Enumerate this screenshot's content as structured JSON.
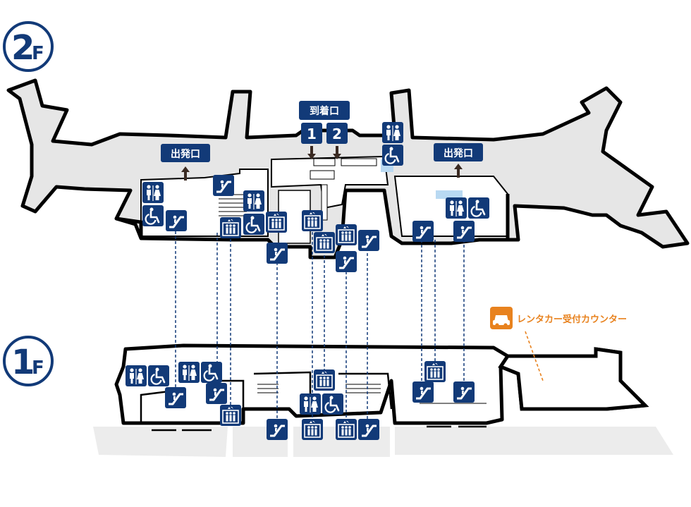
{
  "floors": {
    "upper": {
      "number": "2",
      "suffix": "F"
    },
    "lower": {
      "number": "1",
      "suffix": "F"
    }
  },
  "gates": {
    "arrival": "到着口",
    "arrival_1": "1",
    "arrival_2": "2",
    "departure_left": "出発口",
    "departure_right": "出発口"
  },
  "rental_car": {
    "label": "レンタカー受付カウンター",
    "icon": "car-icon"
  },
  "icons": {
    "toilet": "toilet-icon",
    "accessible": "wheelchair-icon",
    "elevator": "elevator-icon",
    "escalator": "escalator-icon"
  },
  "colors": {
    "brand": "#123a78",
    "wall": "#000000",
    "floor_fill": "#e6e6e6",
    "ground": "#ececec",
    "rental": "#e8821e",
    "arrow": "#3a2a22",
    "highlight": "#b9d9f2"
  }
}
